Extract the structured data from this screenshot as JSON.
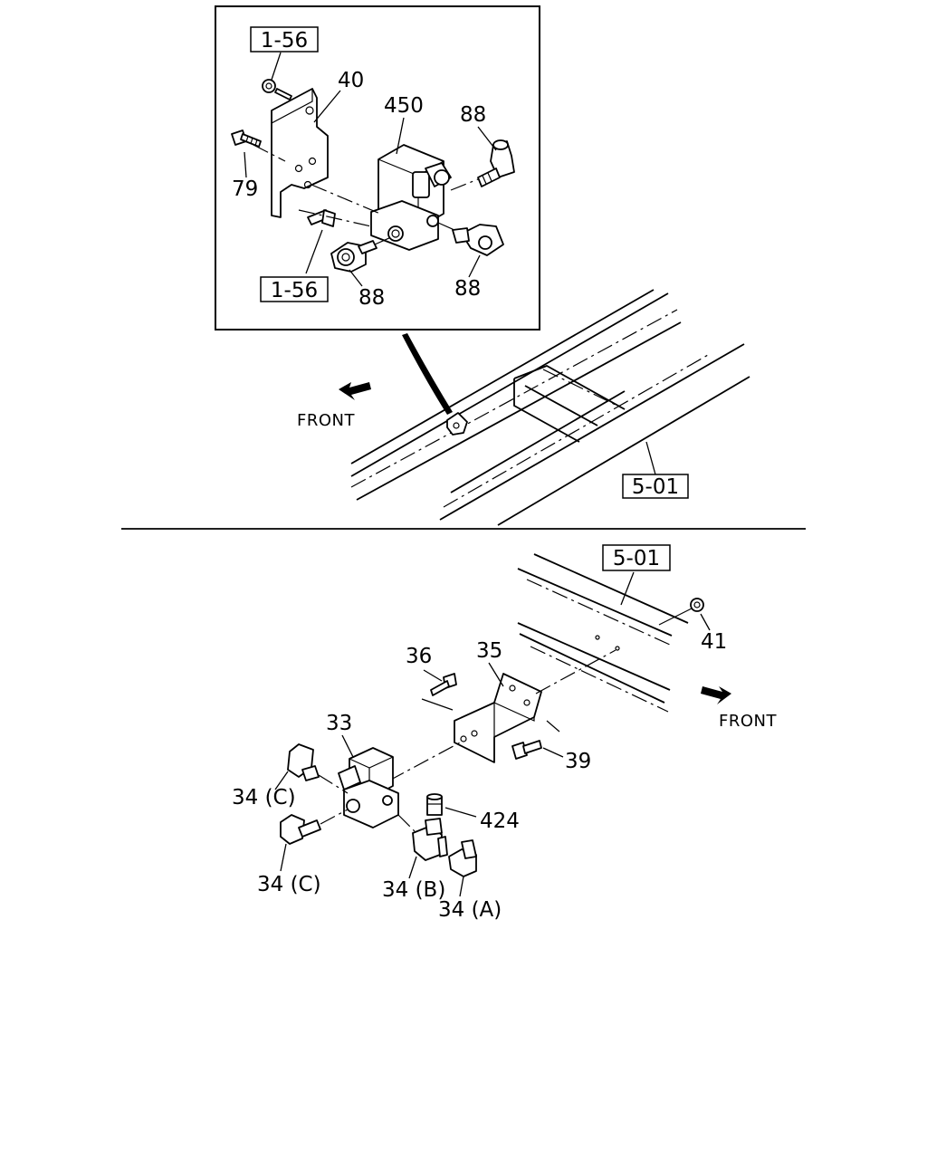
{
  "detail_box": {
    "ref_top": "1-56",
    "ref_bottom": "1-56",
    "labels": {
      "bracket": "40",
      "valve": "450",
      "bolt": "79",
      "fitting_top_right": "88",
      "fitting_bottom_left": "88",
      "fitting_bottom_right": "88"
    }
  },
  "upper_view": {
    "front_label": "FRONT",
    "frame_ref": "5-01"
  },
  "lower_view": {
    "frame_ref": "5-01",
    "front_label": "FRONT",
    "labels": {
      "nut": "41",
      "bolt_top": "36",
      "bracket": "35",
      "valve": "33",
      "bolt_right": "39",
      "fitting_c_top": "34 (C)",
      "fitting_c_bottom": "34 (C)",
      "plug": "424",
      "fitting_b": "34 (B)",
      "fitting_a": "34 (A)"
    }
  }
}
